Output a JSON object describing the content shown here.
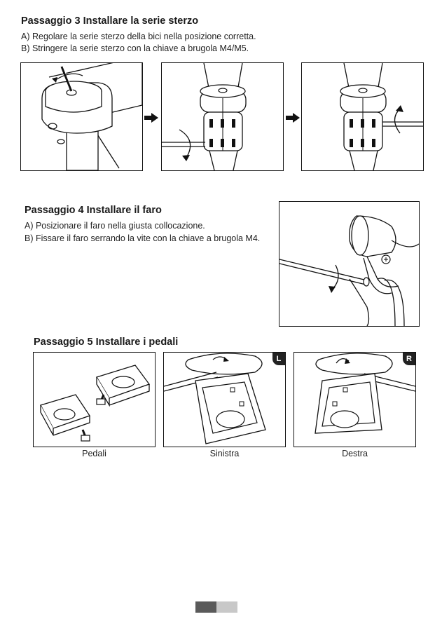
{
  "step3": {
    "title": "Passaggio 3 Installare la serie sterzo",
    "line_a": "A) Regolare la serie sterzo della bici nella posizione corretta.",
    "line_b": "B) Stringere la serie sterzo con la chiave a brugola M4/M5."
  },
  "step4": {
    "title": "Passaggio 4 Installare il faro",
    "line_a": "A) Posizionare il faro nella giusta collocazione.",
    "line_b": "B) Fissare il faro serrando la vite con la chiave a brugola M4."
  },
  "step5": {
    "title": "Passaggio 5 Installare i pedali",
    "badge_left": "L",
    "badge_right": "R",
    "caption_pedals": "Pedali",
    "caption_left": "Sinistra",
    "caption_right": "Destra"
  },
  "icons": [
    "right-arrow-icon",
    "rotate-arrow-icon",
    "hex-key-icon"
  ]
}
